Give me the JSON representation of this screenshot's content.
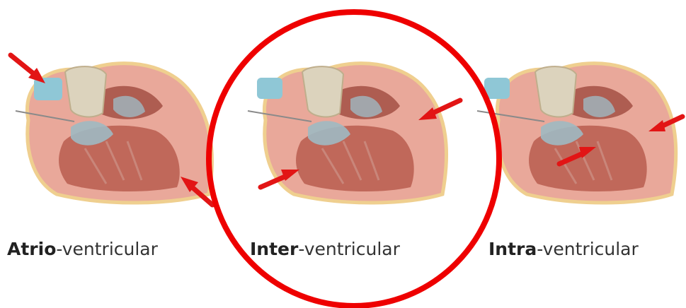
{
  "colors": {
    "highlight": "#ee0000",
    "arrow": "#e21515",
    "myocardium": "#e9a89a",
    "chamber": "#b5584a",
    "vessel_aorta": "#dcd3bd",
    "vessel_blue": "#8fc7d6",
    "valve": "#9fb9c2",
    "epicardium": "#efcf8f"
  },
  "panels": [
    {
      "name": "atrio",
      "prefix": "Atrio",
      "suffix": "-ventricular",
      "arrows": 2
    },
    {
      "name": "inter",
      "prefix": "Inter",
      "suffix": "-ventricular",
      "arrows": 2,
      "highlighted": true
    },
    {
      "name": "intra",
      "prefix": "Intra",
      "suffix": "-ventricular",
      "arrows": 2
    }
  ]
}
